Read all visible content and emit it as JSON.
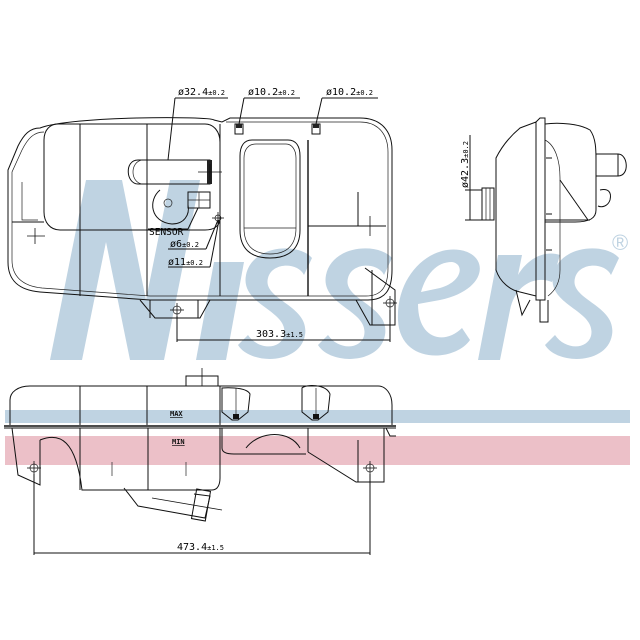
{
  "watermark": {
    "brand": "Nissens",
    "registered_mark": "®",
    "color": "#bfd3e2"
  },
  "stripes": {
    "blue_color": "#bfd3e2",
    "pink_color": "#ecc0c8"
  },
  "top_view": {
    "callouts": {
      "inlet_diameter": {
        "value": "ø32.4",
        "tolerance": "±0.2"
      },
      "nozzle_1_diameter": {
        "value": "ø10.2",
        "tolerance": "±0.2"
      },
      "nozzle_2_diameter": {
        "value": "ø10.2",
        "tolerance": "±0.2"
      }
    },
    "sensor_label": "SENSOR",
    "sensor_hole": {
      "value": "ø6",
      "tolerance": "±0.2"
    },
    "mount_hole": {
      "value": "ø11",
      "tolerance": "±0.2"
    },
    "mount_spacing": {
      "value": "303.3",
      "tolerance": "±1.5"
    }
  },
  "side_view": {
    "outlet_diameter": {
      "value": "ø42.3",
      "tolerance": "±0.2"
    }
  },
  "front_view": {
    "max_mark": "MAX",
    "min_mark": "MIN",
    "overall_length": {
      "value": "473.4",
      "tolerance": "±1.5"
    }
  }
}
